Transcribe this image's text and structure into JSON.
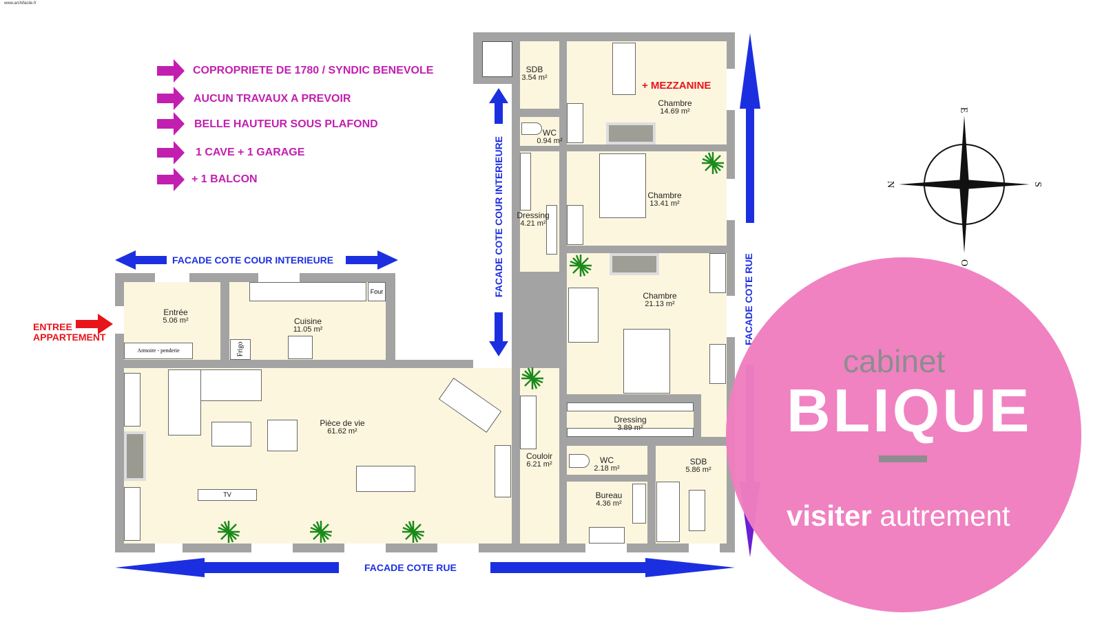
{
  "watermark": "www.archifacile.fr",
  "features": [
    "COPROPRIETE DE 1780 / SYNDIC BENEVOLE",
    "AUCUN TRAVAUX A PREVOIR",
    "BELLE HAUTEUR SOUS PLAFOND",
    "1 CAVE + 1 GARAGE",
    "+ 1 BALCON"
  ],
  "facades": {
    "top_left": "FACADE COTE COUR INTERIEURE",
    "vertical_left": "FACADE COTE COUR INTERIEURE",
    "vertical_right": "FACADE COTE RUE",
    "bottom": "FACADE COTE RUE"
  },
  "entrance": {
    "line1": "ENTREE",
    "line2": "APPARTEMENT"
  },
  "mezzanine": "+ MEZZANINE",
  "rooms": [
    {
      "name": "Entrée",
      "area": "5.06 m²"
    },
    {
      "name": "Cuisine",
      "area": "11.05 m²"
    },
    {
      "name": "Pièce de vie",
      "area": "61.62 m²"
    },
    {
      "name": "SDB",
      "area": "3.54 m²"
    },
    {
      "name": "WC",
      "area": "0.94 m²"
    },
    {
      "name": "Dressing",
      "area": "4.21 m²"
    },
    {
      "name": "Chambre",
      "area": "14.69 m²"
    },
    {
      "name": "Chambre",
      "area": "13.41 m²"
    },
    {
      "name": "Chambre",
      "area": "21.13 m²"
    },
    {
      "name": "Dressing",
      "area": "3.89 m²"
    },
    {
      "name": "Couloir",
      "area": "6.21 m²"
    },
    {
      "name": "WC",
      "area": "2.18 m²"
    },
    {
      "name": "Bureau",
      "area": "4.36 m²"
    },
    {
      "name": "SDB",
      "area": "5.86 m²"
    }
  ],
  "fixtures": {
    "oven": "Four",
    "fridge": "Frigo",
    "wardrobe": "Armoire - penderie",
    "tv": "TV"
  },
  "compass": {
    "n": "N",
    "s": "S",
    "e": "E",
    "o": "O"
  },
  "brand": {
    "top": "cabinet",
    "name": "BLIQUE",
    "tag_bold": "visiter",
    "tag_light": "autrement",
    "color": "#f07ec0"
  },
  "colors": {
    "wall": "#a3a3a3",
    "floor": "#fcf6df",
    "feature": "#c21fb0",
    "facade": "#1c2fe0",
    "entrance": "#e8141c"
  }
}
